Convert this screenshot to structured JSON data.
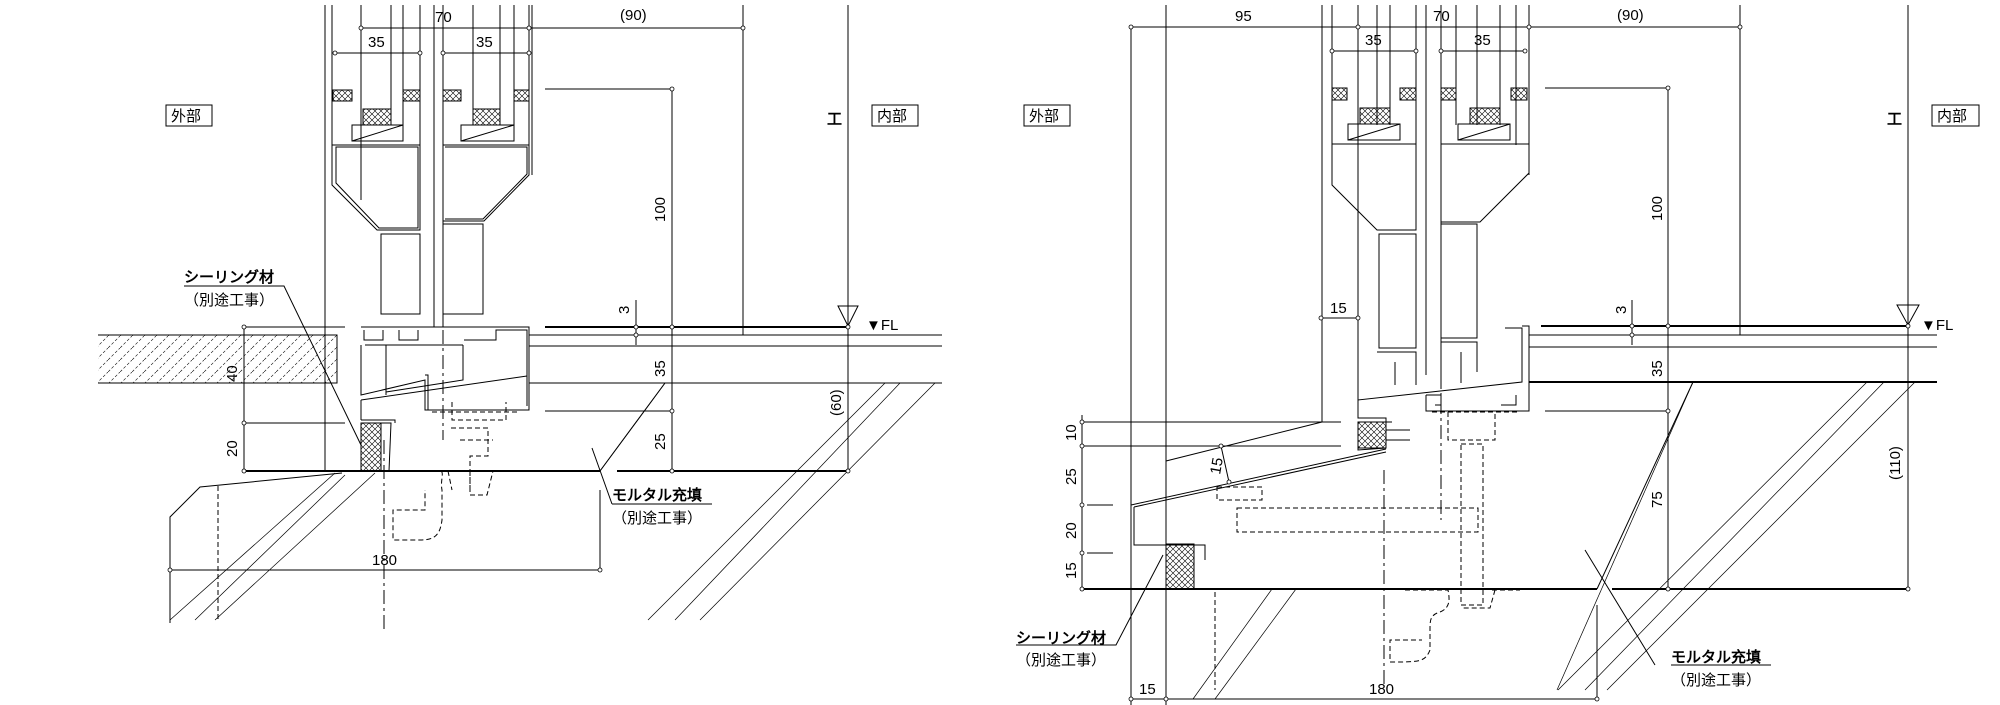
{
  "labels": {
    "exterior": "外部",
    "interior": "内部",
    "fl": "▼FL",
    "center_mark": "工",
    "sealant": "シーリング材",
    "sealant_note": "（別途工事）",
    "mortar": "モルタル充填",
    "mortar_note": "（別途工事）"
  },
  "left_detail": {
    "dims": {
      "frame_width": "70",
      "interior_offset": "(90)",
      "sash_left": "35",
      "sash_right": "35",
      "height_100": "100",
      "gap_3": "3",
      "height_35": "35",
      "height_25": "25",
      "height_60": "(60)",
      "height_40": "40",
      "height_20": "20",
      "width_180": "180"
    }
  },
  "right_detail": {
    "dims": {
      "exterior_95": "95",
      "frame_width": "70",
      "interior_offset": "(90)",
      "sash_left": "35",
      "sash_right": "35",
      "offset_15": "15",
      "height_100": "100",
      "gap_3": "3",
      "height_35": "35",
      "height_75": "75",
      "height_110": "(110)",
      "height_10": "10",
      "height_25": "25",
      "slope_15": "15",
      "height_20": "20",
      "height_15": "15",
      "bottom_15": "15",
      "width_180": "180"
    }
  }
}
